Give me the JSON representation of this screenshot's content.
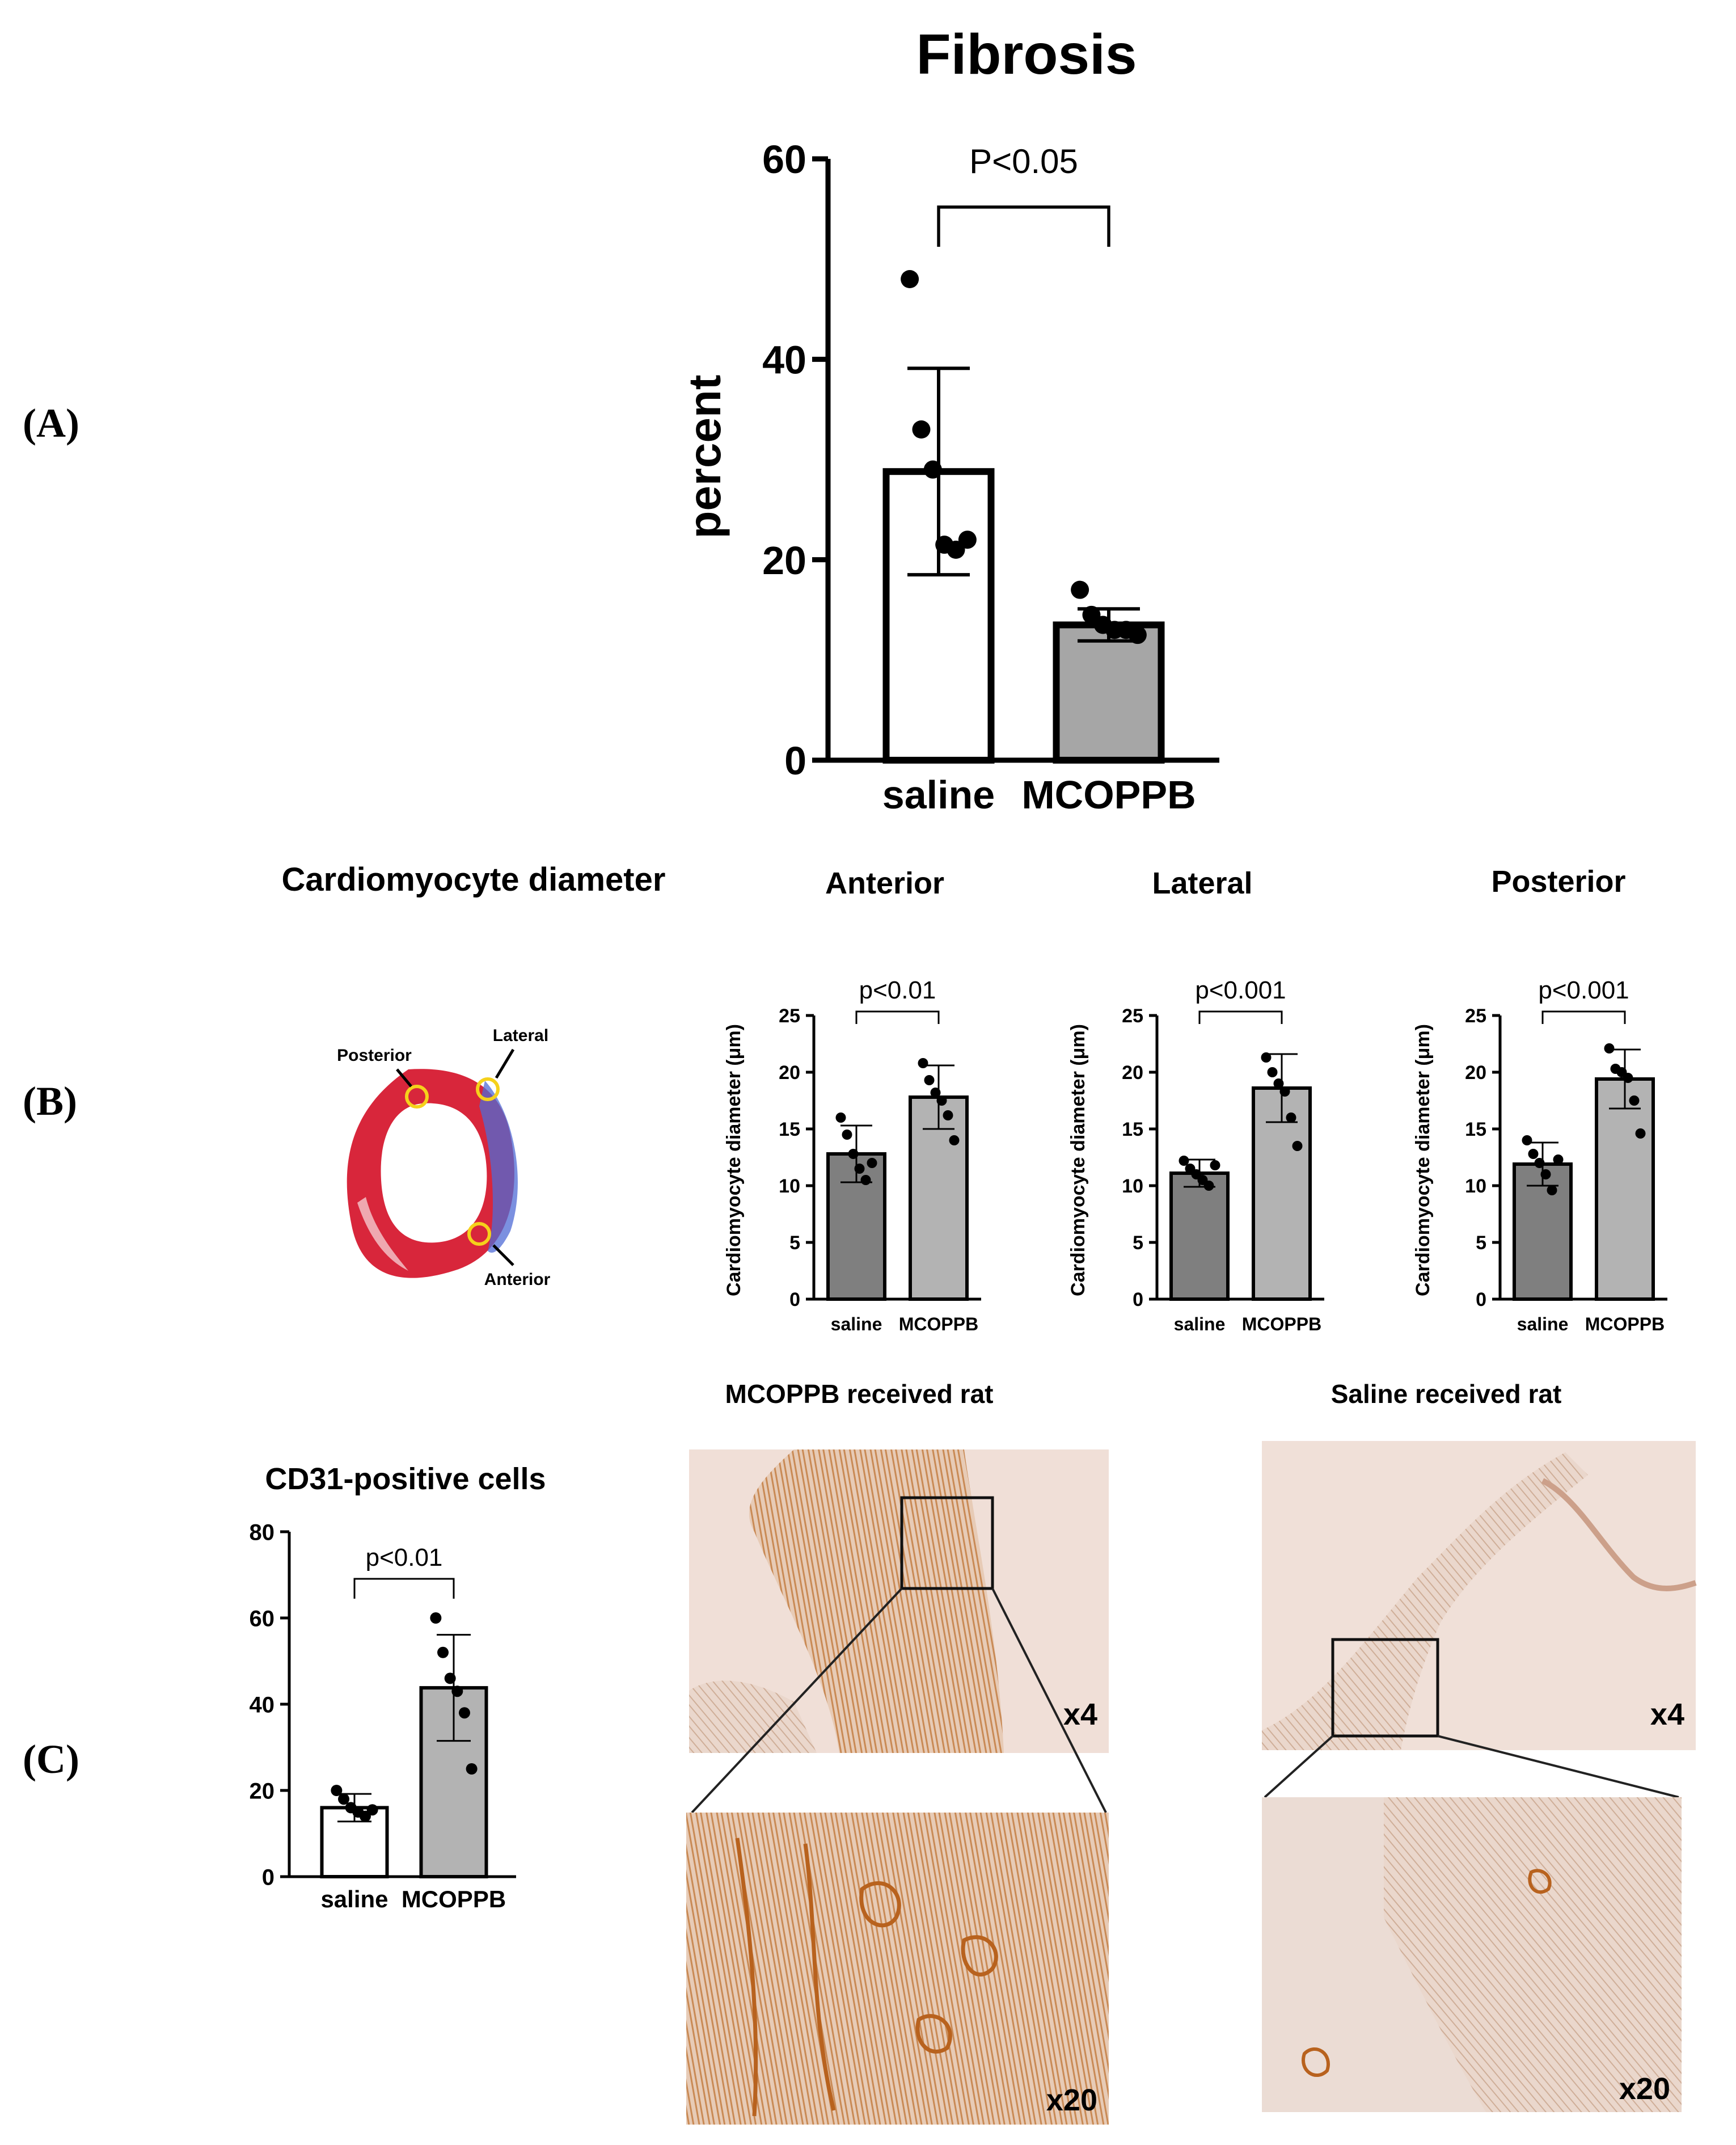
{
  "panels": {
    "a_label": "(A)",
    "b_label": "(B)",
    "c_label": "(C)"
  },
  "fibrosis": {
    "title": "Fibrosis",
    "ylabel": "percent",
    "pvalue": "P<0.05",
    "yticks": [
      "0",
      "20",
      "40",
      "60"
    ]
  },
  "cardio": {
    "section_title": "Cardiomyocyte diameter",
    "ylabel": "Cardiomyocyte diameter (μm)",
    "yticks": [
      "0",
      "5",
      "10",
      "15",
      "20",
      "25"
    ],
    "heart": {
      "posterior": "Posterior",
      "lateral": "Lateral",
      "anterior": "Anterior"
    }
  },
  "cd31": {
    "title": "CD31-positive cells",
    "pvalue": "p<0.01",
    "yticks": [
      "0",
      "20",
      "40",
      "60",
      "80"
    ]
  },
  "micro": {
    "mcoppb_title": "MCOPPB received rat",
    "saline_title": "Saline received rat",
    "mag_low": "x4",
    "mag_high": "x20"
  },
  "colors": {
    "saline_fill_a": "#ffffff",
    "mcoppb_fill_a": "#a6a6a6",
    "saline_fill_b": "#7f7f7f",
    "mcoppb_fill_b": "#b3b3b3",
    "tissue": "#c9935e",
    "background_stain": "#f1e3dc"
  },
  "chart_data": [
    {
      "id": "fibrosis",
      "type": "bar",
      "title": "Fibrosis",
      "ylabel": "percent",
      "xlabel": "",
      "categories": [
        "saline",
        "MCOPPB"
      ],
      "values": [
        28.8,
        13.5
      ],
      "sd": [
        10.3,
        1.6
      ],
      "points": [
        [
          48,
          33,
          29,
          21.5,
          21,
          22
        ],
        [
          17,
          14.5,
          13.5,
          13,
          13,
          12.5
        ]
      ],
      "ylim": [
        0,
        60
      ],
      "annotation": "P<0.05"
    },
    {
      "id": "anterior",
      "type": "bar",
      "title": "Anterior",
      "ylabel": "Cardiomyocyte diameter (μm)",
      "categories": [
        "saline",
        "MCOPPB"
      ],
      "values": [
        12.8,
        17.8
      ],
      "sd": [
        2.5,
        2.8
      ],
      "points": [
        [
          16.0,
          14.5,
          12.8,
          11.5,
          10.5,
          12.0
        ],
        [
          20.8,
          19.3,
          18.2,
          17.5,
          16.2,
          14.0
        ]
      ],
      "ylim": [
        0,
        25
      ],
      "annotation": "p<0.01"
    },
    {
      "id": "lateral",
      "type": "bar",
      "title": "Lateral",
      "ylabel": "Cardiomyocyte diameter (μm)",
      "categories": [
        "saline",
        "MCOPPB"
      ],
      "values": [
        11.1,
        18.6
      ],
      "sd": [
        1.2,
        3.0
      ],
      "points": [
        [
          12.2,
          11.5,
          11.0,
          10.5,
          10.0,
          11.8
        ],
        [
          21.3,
          20.0,
          19.0,
          18.3,
          16.0,
          13.5
        ]
      ],
      "ylim": [
        0,
        25
      ],
      "annotation": "p<0.001"
    },
    {
      "id": "posterior",
      "type": "bar",
      "title": "Posterior",
      "ylabel": "Cardiomyocyte diameter (μm)",
      "categories": [
        "saline",
        "MCOPPB"
      ],
      "values": [
        11.9,
        19.4
      ],
      "sd": [
        1.9,
        2.6
      ],
      "points": [
        [
          14.0,
          12.8,
          12.0,
          11.0,
          9.6,
          12.3
        ],
        [
          22.1,
          20.3,
          20.0,
          19.5,
          17.5,
          14.6
        ]
      ],
      "ylim": [
        0,
        25
      ],
      "annotation": "p<0.001"
    },
    {
      "id": "cd31",
      "type": "bar",
      "title": "CD31-positive cells",
      "ylabel": "",
      "categories": [
        "saline",
        "MCOPPB"
      ],
      "values": [
        16.0,
        43.8
      ],
      "sd": [
        3.2,
        12.3
      ],
      "points": [
        [
          20,
          18,
          16,
          15,
          14,
          15.5
        ],
        [
          60,
          52,
          46,
          43,
          38,
          25
        ]
      ],
      "ylim": [
        0,
        80
      ],
      "annotation": "p<0.01"
    }
  ]
}
